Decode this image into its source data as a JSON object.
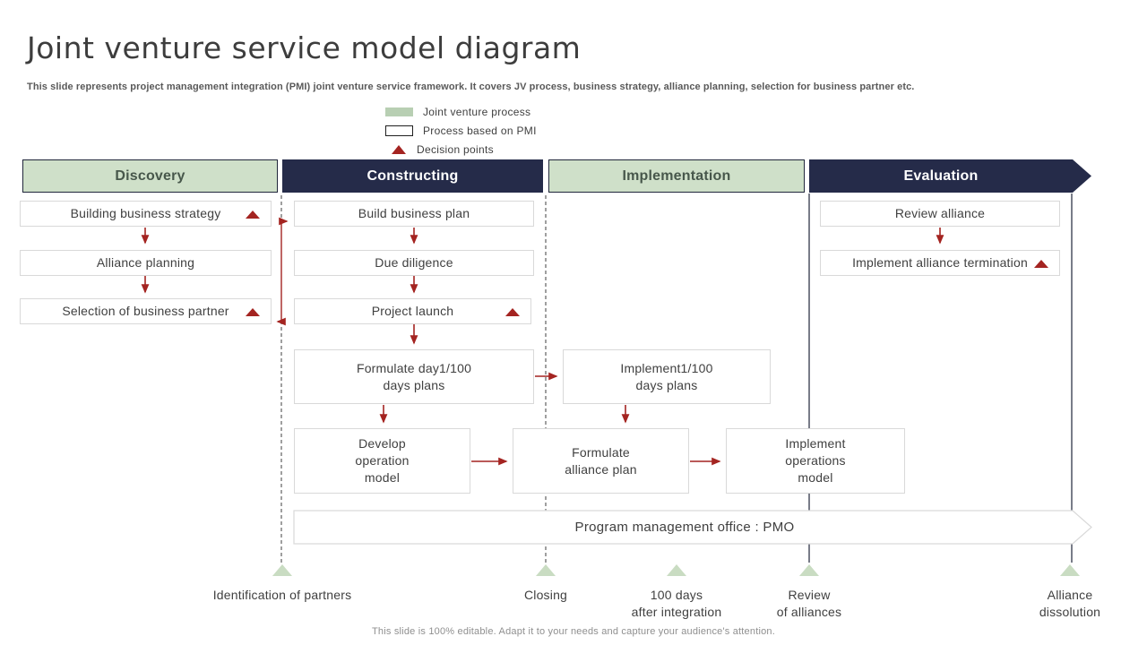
{
  "slide": {
    "title": "Joint venture service model diagram",
    "subtitle": "This slide represents project management integration (PMI) joint venture service framework. It covers JV process, business strategy, alliance planning, selection for business partner etc.",
    "footer": "This slide is 100% editable. Adapt it to your needs and capture your audience's attention."
  },
  "legend": {
    "items": [
      {
        "swatch": "green-rect",
        "label": "Joint venture process"
      },
      {
        "swatch": "outline-rect",
        "label": "Process based on PMI"
      },
      {
        "swatch": "red-triangle",
        "label": "Decision points"
      }
    ]
  },
  "phases": [
    {
      "label": "Discovery",
      "style": "green"
    },
    {
      "label": "Constructing",
      "style": "navy"
    },
    {
      "label": "Implementation",
      "style": "green"
    },
    {
      "label": "Evaluation",
      "style": "navy-arrow"
    }
  ],
  "boxes": [
    {
      "label": "Building business strategy",
      "decision_point": true
    },
    {
      "label": "Alliance planning",
      "decision_point": false
    },
    {
      "label": "Selection of business partner",
      "decision_point": true
    },
    {
      "label": "Build business plan",
      "decision_point": false
    },
    {
      "label": "Due diligence",
      "decision_point": false
    },
    {
      "label": "Project launch",
      "decision_point": true
    },
    {
      "label": "Formulate day1/100\ndays plans",
      "decision_point": false
    },
    {
      "label": "Develop\noperation\nmodel",
      "decision_point": false
    },
    {
      "label": "Implement1/100\ndays plans",
      "decision_point": false
    },
    {
      "label": "Formulate\nalliance plan",
      "decision_point": false
    },
    {
      "label": "Implement\noperations\nmodel",
      "decision_point": false
    },
    {
      "label": "Review alliance",
      "decision_point": false
    },
    {
      "label": "Implement alliance termination",
      "decision_point": true
    }
  ],
  "pmo": {
    "label": "Program management office : PMO"
  },
  "milestones": [
    {
      "label": "Identification of partners"
    },
    {
      "label": "Closing"
    },
    {
      "label": "100 days\nafter integration"
    },
    {
      "label": "Review\nof alliances"
    },
    {
      "label": "Alliance\ndissolution"
    }
  ],
  "colors": {
    "navy": "#252b49",
    "phase_green": "#cfe0c9",
    "legend_green": "#b8cfb3",
    "milestone_green": "#c9dcc2",
    "arrow_red": "#a42421",
    "box_border": "#d9d9d9",
    "text": "#404040"
  }
}
